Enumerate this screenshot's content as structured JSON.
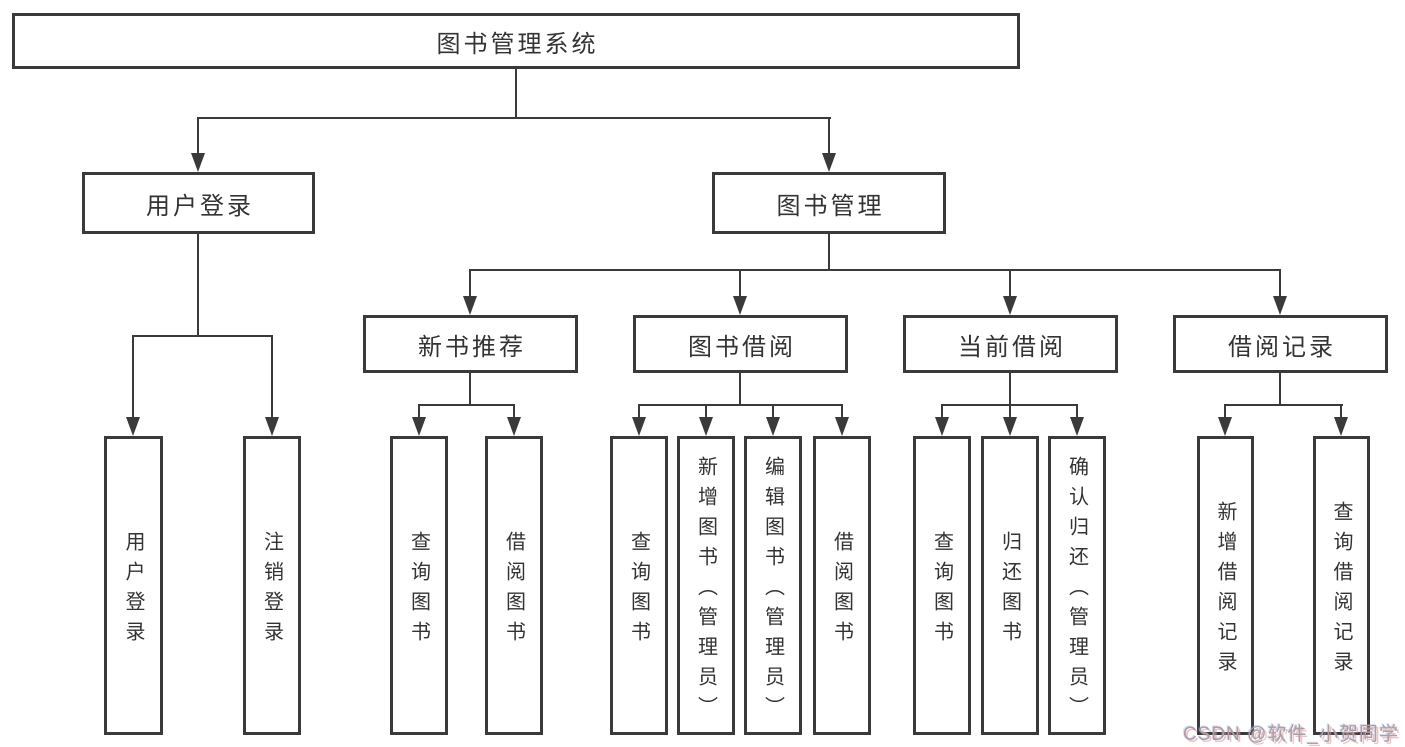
{
  "diagram": {
    "type": "hierarchy-tree",
    "colors": {
      "line": "#3a3a3a",
      "box_border": "#3a3a3a",
      "text": "#333333",
      "background": "#ffffff",
      "watermark": "#a3a3a3"
    },
    "tree": {
      "label": "图书管理系统",
      "children": [
        {
          "label": "用户登录",
          "children": [
            {
              "label": "用户登录"
            },
            {
              "label": "注销登录"
            }
          ]
        },
        {
          "label": "图书管理",
          "children": [
            {
              "label": "新书推荐",
              "children": [
                {
                  "label": "查询图书"
                },
                {
                  "label": "借阅图书"
                }
              ]
            },
            {
              "label": "图书借阅",
              "children": [
                {
                  "label": "查询图书"
                },
                {
                  "label": "新增图书（管理员）"
                },
                {
                  "label": "编辑图书（管理员）"
                },
                {
                  "label": "借阅图书"
                }
              ]
            },
            {
              "label": "当前借阅",
              "children": [
                {
                  "label": "查询图书"
                },
                {
                  "label": "归还图书"
                },
                {
                  "label": "确认归还（管理员）"
                }
              ]
            },
            {
              "label": "借阅记录",
              "children": [
                {
                  "label": "新增借阅记录"
                },
                {
                  "label": "查询借阅记录"
                }
              ]
            }
          ]
        }
      ]
    },
    "watermark": "CSDN @软件_小贺同学"
  }
}
